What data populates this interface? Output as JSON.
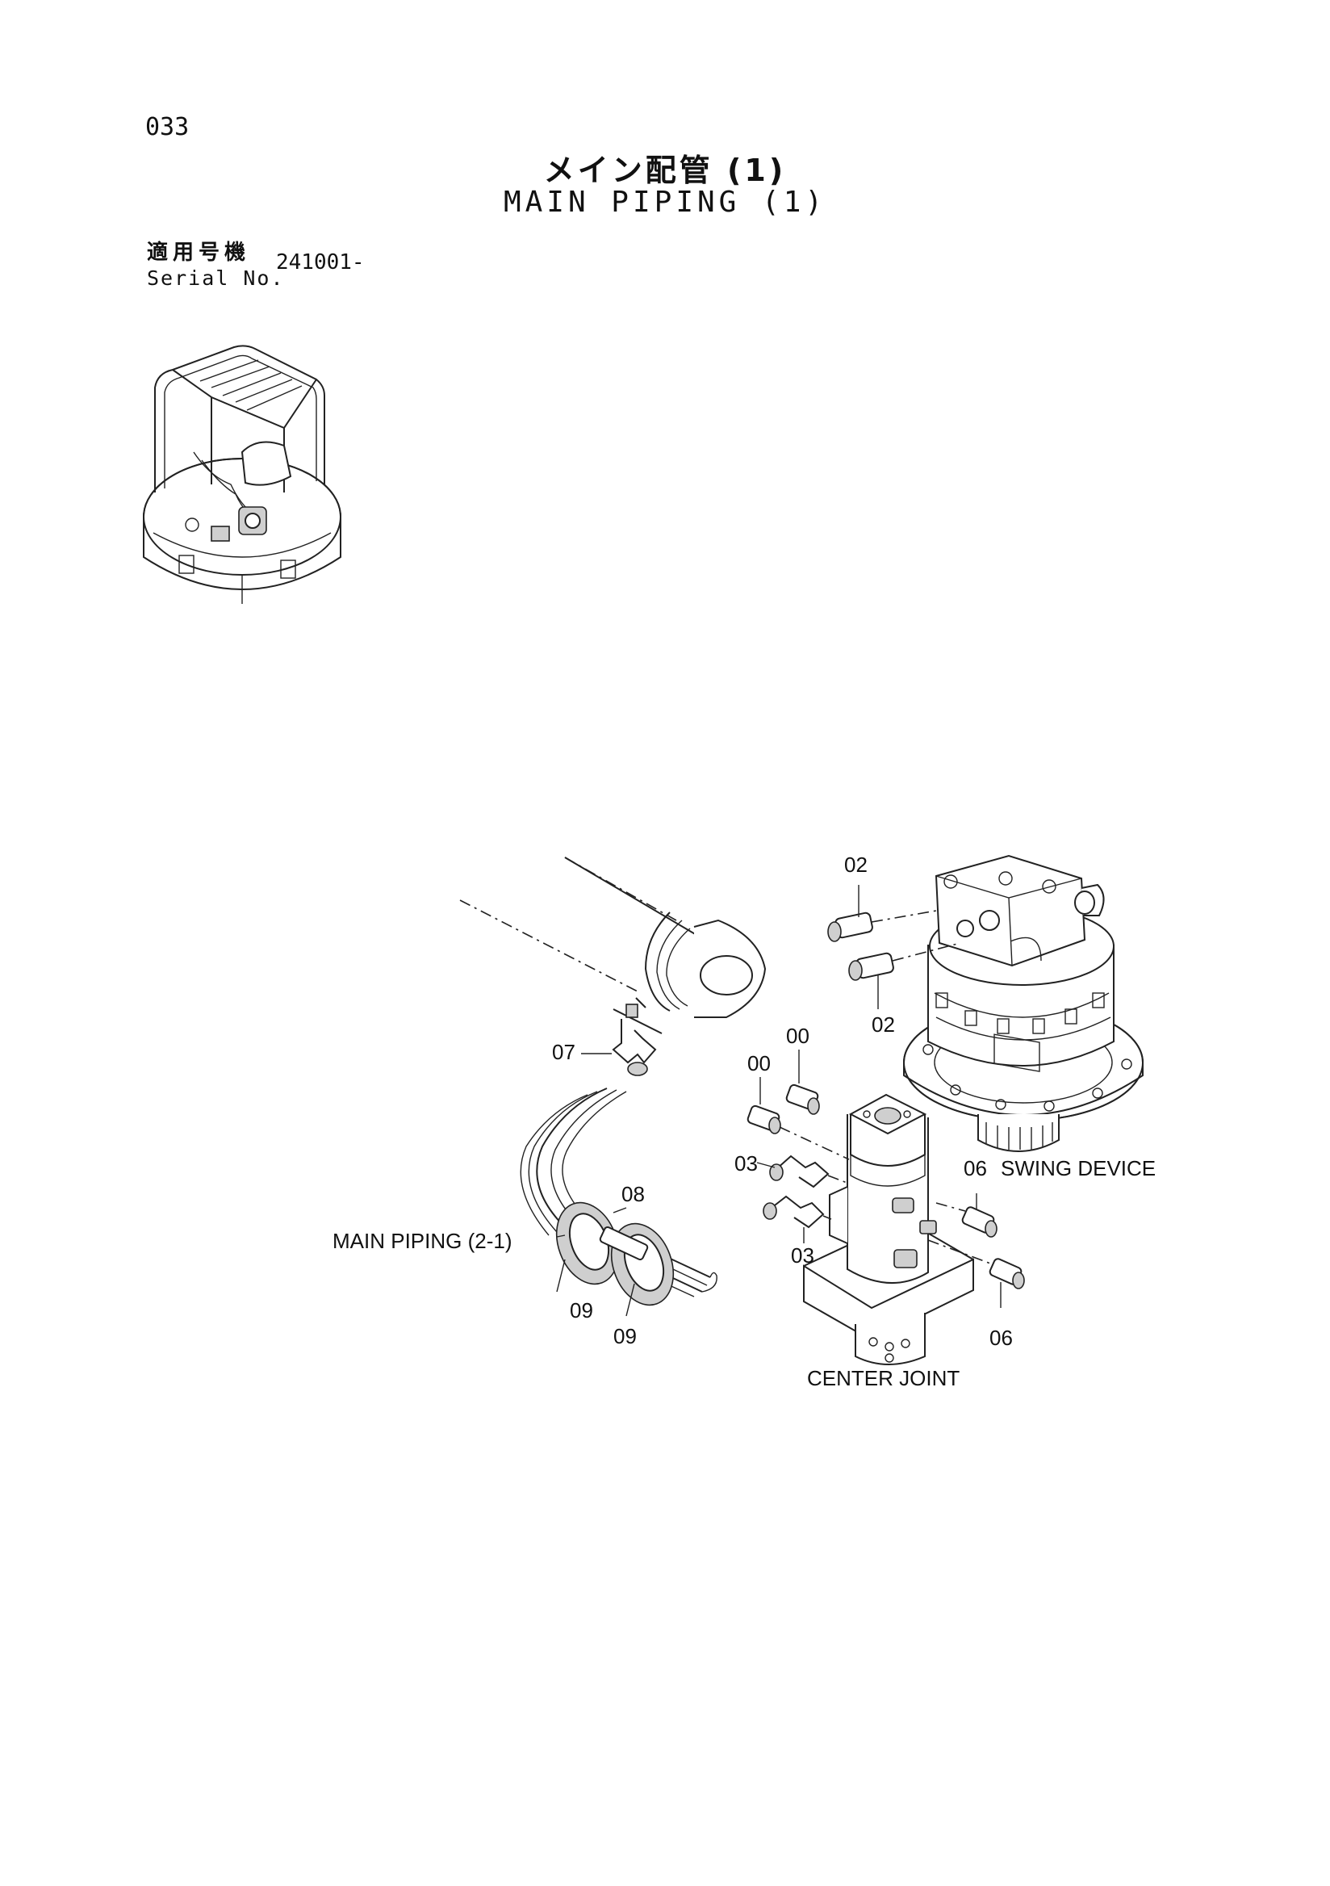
{
  "header": {
    "page_number": "033",
    "title_jp": "メイン配管 (1)",
    "title_en": "MAIN PIPING (1)",
    "serial_label_jp": "適用号機",
    "serial_label_en": "Serial No.",
    "serial_range": "241001-"
  },
  "diagram": {
    "labels": {
      "main_piping_ref": "MAIN PIPING (2-1)",
      "swing_device": "SWING DEVICE",
      "center_joint": "CENTER JOINT"
    },
    "callouts": {
      "c02_top": "02",
      "c02_bottom": "02",
      "c07": "07",
      "c00_right": "00",
      "c00_left": "00",
      "c03_top": "03",
      "c03_bottom": "03",
      "c06_top": "06",
      "c06_bottom": "06",
      "c08": "08",
      "c09_left": "09",
      "c09_right": "09"
    }
  }
}
